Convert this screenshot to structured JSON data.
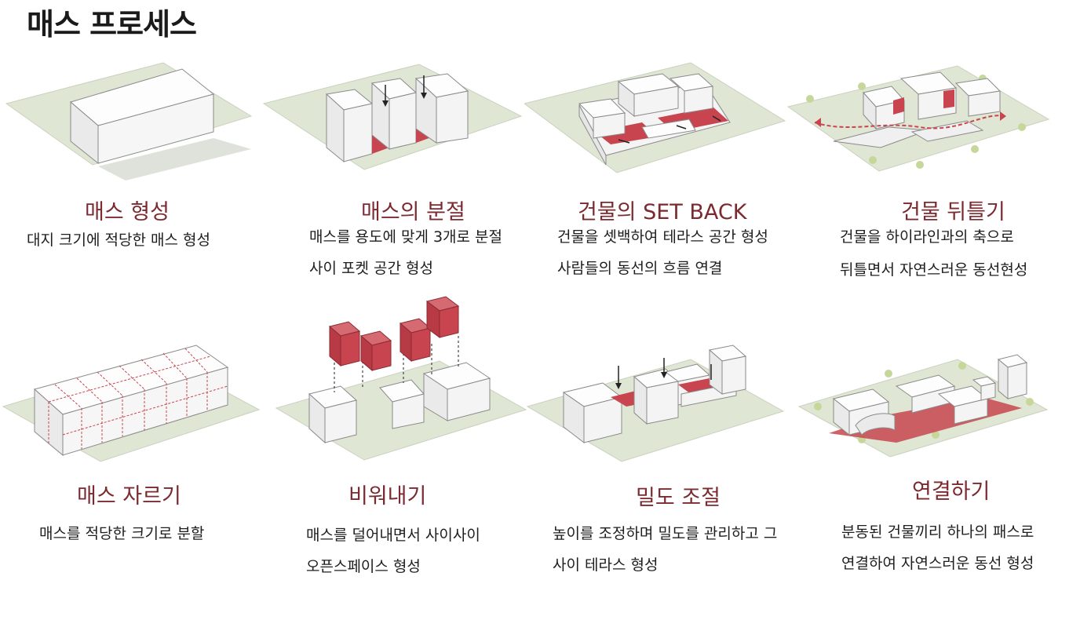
{
  "page_title": "매스 프로세스",
  "colors": {
    "accent": "#c8454f",
    "title": "#7b2a30",
    "ground": "#dfe6d3",
    "block": "#f4f4f4"
  },
  "steps": [
    {
      "title": "매스 형성",
      "desc": [
        "대지 크기에 적당한 매스 형성"
      ]
    },
    {
      "title": "매스의 분절",
      "desc": [
        "매스를 용도에 맞게 3개로 분절",
        "사이 포켓 공간 형성"
      ]
    },
    {
      "title": "건물의 SET BACK",
      "desc": [
        "건물을 셋백하여 테라스 공간 형성",
        "사람들의 동선의 흐름 연결"
      ]
    },
    {
      "title": "건물 뒤틀기",
      "desc": [
        "건물을 하이라인과의 축으로",
        "뒤틀면서 자연스러운 동선현성"
      ]
    },
    {
      "title": "매스 자르기",
      "desc": [
        "매스를 적당한 크기로 분할"
      ]
    },
    {
      "title": "비워내기",
      "desc": [
        "매스를  덜어내면서  사이사이",
        "오픈스페이스 형성"
      ]
    },
    {
      "title": "밀도 조절",
      "desc": [
        "높이를 조정하며 밀도를 관리하고 그",
        "사이 테라스 형성"
      ]
    },
    {
      "title": "연결하기",
      "desc": [
        "분동된 건물끼리 하나의 패스로",
        "연결하여 자연스러운 동선 형성"
      ]
    }
  ]
}
